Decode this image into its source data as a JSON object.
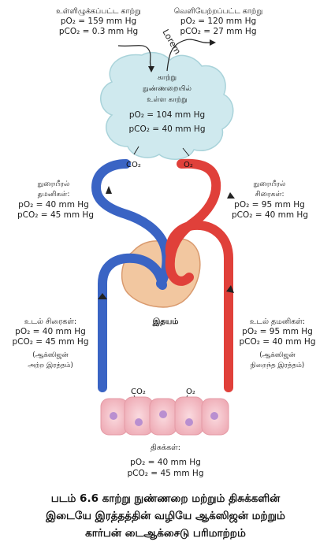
{
  "inhaled_air": {
    "title": "உள்ளிழுக்கப்பட்ட காற்று",
    "po2": "pO₂ = 159 mm Hg",
    "pco2": "pCO₂ = 0.3 mm Hg"
  },
  "exhaled_air": {
    "title": "வெளியேற்றப்பட்ட காற்று",
    "po2": "pO₂ = 120 mm Hg",
    "pco2": "pCO₂ = 27 mm Hg"
  },
  "lorem": "Lorem",
  "alveolar_air": {
    "line1": "காற்று",
    "line2": "நுண்ணறையில்",
    "line3": "உள்ள காற்று",
    "po2": "pO₂ = 104 mm Hg",
    "pco2": "pCO₂ = 40 mm Hg"
  },
  "gas_marks": {
    "top_co2": "CO₂",
    "top_o2": "O₂",
    "bottom_co2": "CO₂",
    "bottom_o2": "O₂"
  },
  "pulmonary_artery": {
    "line1": "நுரையீரல்",
    "line2": "தமனிகள்:",
    "po2": "pO₂ = 40 mm Hg",
    "pco2": "pCO₂ = 45 mm Hg"
  },
  "pulmonary_vein": {
    "line1": "நுரையீரல்",
    "line2": "சிரைகள்:",
    "po2": "pO₂ = 95 mm Hg",
    "pco2": "pCO₂ = 40 mm Hg"
  },
  "heart_label": "இதயம்",
  "systemic_vein": {
    "title": "உடல் சிரைகள்:",
    "po2": "pO₂ = 40 mm Hg",
    "pco2": "pCO₂ = 45 mm Hg",
    "note1": "(ஆக்ஸிஜன்",
    "note2": "அற்ற இரத்தம்)"
  },
  "systemic_artery": {
    "title": "உடல் தமனிகள்:",
    "po2": "pO₂ = 95 mm Hg",
    "pco2": "pCO₂ = 40 mm Hg",
    "note1": "(ஆக்ஸிஜன்",
    "note2": "நிறைந்த இரத்தம்)"
  },
  "tissues": {
    "title": "திசுக்கள்:",
    "po2": "pO₂ = 40 mm Hg",
    "pco2": "pCO₂ = 45 mm Hg"
  },
  "caption": {
    "line1": "படம் 6.6 காற்று நுண்ணறை மற்றும் திசுக்களின்",
    "line2": "இடையே இரத்தத்தின் வழியே ஆக்ஸிஜன் மற்றும்",
    "line3": "கார்பன் டைஆக்சைடு பரிமாற்றம்"
  },
  "colors": {
    "deoxygenated": "#3a64c4",
    "oxygenated": "#e0403a",
    "alveolus": "#cfe9ee",
    "tissue": "#f4c1c8",
    "heart": "#f2c7a0"
  }
}
